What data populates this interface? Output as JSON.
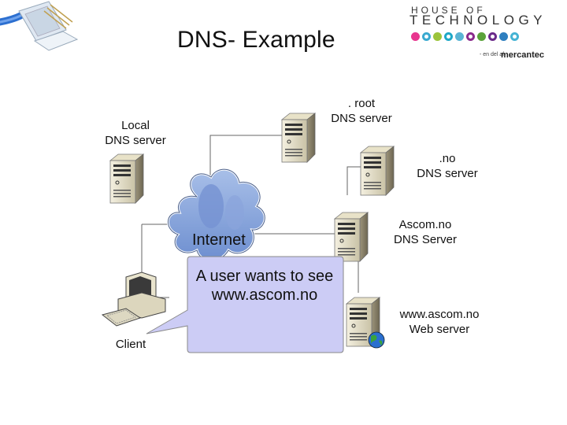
{
  "title": "DNS- Example",
  "logo": {
    "top": "HOUSE OF",
    "main": "TECHNOLOGY",
    "sub": "- en del af",
    "brand": "mercantec",
    "dot_colors": [
      "#e8368f",
      "#3aaad0",
      "#9cc43c",
      "#1ea8c7",
      "#5ab4d4",
      "#8a2b8c",
      "#5aa33a",
      "#6a2a8a",
      "#2e7fbf",
      "#45b3d4"
    ]
  },
  "servers": {
    "root": ". root\nDNS server",
    "no": ".no\nDNS server",
    "local": "Local\nDNS server",
    "ascom_dns": "Ascom.no\nDNS Server",
    "ascom_web": "www.ascom.no\nWeb server"
  },
  "client_label": "Client",
  "internet_label": "Internet",
  "callout": "A user wants to see www.ascom.no"
}
